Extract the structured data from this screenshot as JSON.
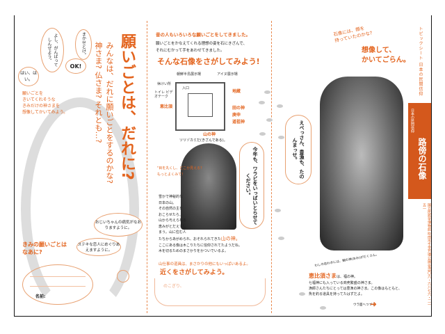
{
  "left_panel": {
    "title": "願いごとは、だれに?",
    "title_ruby": "ねが",
    "subtitle_lines": [
      "みんなは、だれに願いごとをするのかな?",
      "神さま? 仏さま? それとも…?"
    ],
    "instruction": [
      "願いごとを",
      "きいてくれそうな",
      "きみだけの神さまを",
      "想像してかいてみよう。"
    ],
    "speech_bubbles": [
      "よし、がんばってしんぜよう。",
      "OK!",
      "まかせとけ。",
      "はい、はい。"
    ],
    "wish_bubbles": [
      "おじいちゃんの病気がなおりますように。",
      "ステキな恋人にめぐりあえますように。"
    ],
    "question": [
      "きみの願いごとは",
      "なあに?"
    ],
    "name_label": "名前:"
  },
  "middle_panel": {
    "intro_heading": "昔の人もいろいろな願いごとをしてきました。",
    "intro_text": [
      "願いごとをかなえてくれる理想の姿を石にきざんで、",
      "それにむかって手をあわせてきました。"
    ],
    "call_to_action": "そんな石像をさがしてみよう!",
    "map": {
      "labels_black": [
        "朝鮮半島展示場",
        "アイヌ展示場",
        "休けい所",
        "トイレ ビデオテーク",
        "入口"
      ],
      "labels_orange": [
        "地蔵",
        "恵比須",
        "田の神",
        "庚申",
        "道祖神",
        "山の神"
      ]
    },
    "photo_caption": "ツリゾカミだ(きざんである)。",
    "look_closely": [
      "\"目を丸くし、どこか見える?",
      "もっとよくみて!"
    ],
    "stone_speech": "今年も、ワラビをいっぱいとらせてください。",
    "body_text": [
      "雪かで神秘的な",
      "日本の山。",
      "その自然の主を",
      "おこらせたら、",
      "山から与えられる",
      "恵みがとだえてし",
      "まう。山に住む人",
      "たちからあがめられ、おそれられてきた",
      "山の神。",
      "ここにある像は木こりたちに信仰されてたようだね。",
      "木を切るためのまさかりをかついでいるよ。"
    ],
    "tool_text": "山仕事の道具は、まさかりの他にもいっぱいあるよ。",
    "search_heading": "近くをさがしてみよう。",
    "answer_hint": "のこぎり、"
  },
  "right_panel": {
    "prompt": [
      "石像には、顔を",
      "持っていたのかな?"
    ],
    "draw_heading": [
      "想像して、",
      "かいてごらん。"
    ],
    "ebisu_speech": "えべっさん、豊漁も、たのんまっせ。",
    "statue_caption": "わしの右わきには、鯛の神(あみ)がだくさん。",
    "ebisu_title": "恵比須さま",
    "ebisu_text": [
      "は、福の神。",
      "七福神にも入っている商売繁盛の神さま。",
      "漁師さんたちにとっては豊漁の神さま。この像はもともと、",
      "魚を釣る道具を持ってたはずだよ。"
    ],
    "page_turn": "ウラ面へつづく"
  },
  "side_band": {
    "series": "トピックシート 日本の民間信仰",
    "series_sub": "日本の民間信仰",
    "title": "路傍の石像",
    "footer": "国立民族学博物館 吹田市千里万博公園 電話〇六・六八七六・二一五一"
  },
  "colors": {
    "accent": "#e3641e",
    "band": "#d4581c"
  }
}
